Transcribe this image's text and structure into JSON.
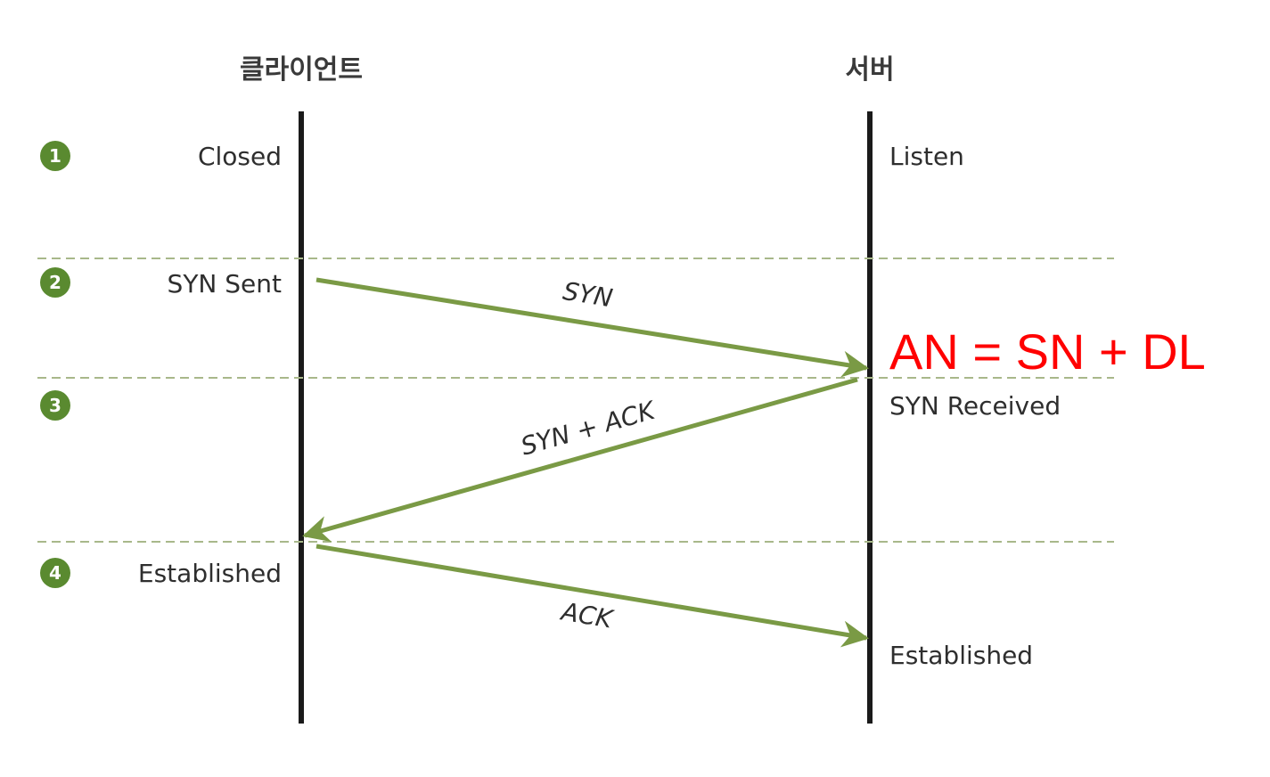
{
  "actors": {
    "client": "클라이언트",
    "server": "서버"
  },
  "steps": [
    {
      "number": "1",
      "client_state": "Closed",
      "server_state": "Listen"
    },
    {
      "number": "2",
      "client_state": "SYN Sent",
      "server_state": ""
    },
    {
      "number": "3",
      "client_state": "",
      "server_state": "SYN Received"
    },
    {
      "number": "4",
      "client_state": "Established",
      "server_state": "Established"
    }
  ],
  "messages": [
    {
      "label": "SYN",
      "direction": "client-to-server"
    },
    {
      "label": "SYN + ACK",
      "direction": "server-to-client"
    },
    {
      "label": "ACK",
      "direction": "client-to-server"
    }
  ],
  "annotation": "AN = SN + DL",
  "colors": {
    "arrow": "#7a9a45",
    "step_badge": "#5a8a30",
    "divider": "#a8b88a",
    "lifeline": "#1a1a1a",
    "annotation": "#ff0000"
  }
}
